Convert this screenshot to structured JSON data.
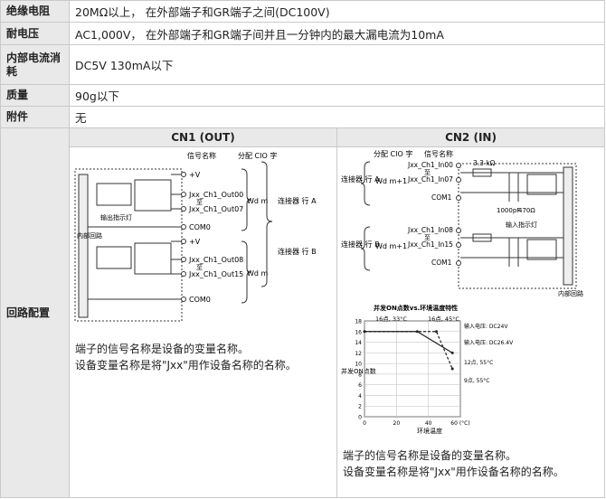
{
  "rows": [
    {
      "label": "绝缘电阻",
      "value": "20MΩ以上， 在外部端子和GR端子之间(DC100V)"
    },
    {
      "label": "耐电压",
      "value": "AC1,000V， 在外部端子和GR端子间并且一分钟内的最大漏电流为10mA"
    },
    {
      "label": "内部电流消耗",
      "value": "DC5V 130mA以下"
    },
    {
      "label": "质量",
      "value": "90g以下"
    },
    {
      "label": "附件",
      "value": "无"
    }
  ],
  "circuit_label": "回路配置",
  "cn1": {
    "title": "CN1 (OUT)",
    "sig_header": "信号名称",
    "alloc_header": "分配 CIO 字",
    "pins": [
      "+V",
      "Jxx_Ch1_Out00",
      "至",
      "Jxx_Ch1_Out07",
      "COM0",
      "+V",
      "Jxx_Ch1_Out08",
      "至",
      "Jxx_Ch1_Out15",
      "COM0"
    ],
    "word_a": "Wd m",
    "word_b": "Wd m",
    "connector_a": "连接器 行 A",
    "connector_b": "连接器 行 B",
    "internal": "内部回路",
    "indicator": "输出指示灯",
    "note1": "端子的信号名称是设备的变量名称。",
    "note2": "设备变量名称是将\"Jxx\"用作设备名称的名称。"
  },
  "cn2": {
    "title": "CN2 (IN)",
    "alloc_header": "分配 CIO 字",
    "sig_header": "信号名称",
    "pins": [
      "Jxx_Ch1_In00",
      "至",
      "Jxx_Ch1_In07",
      "COM1",
      "Jxx_Ch1_In08",
      "至",
      "Jxx_Ch1_In15",
      "COM1"
    ],
    "word_a": "Wd m+1",
    "word_b": "Wd m+1",
    "connector_a": "连接器 行 A",
    "connector_b": "连接器 行 B",
    "resistor": "3.3 kΩ",
    "cap": "1000pF",
    "r2": "470Ω",
    "indicator": "输入指示灯",
    "internal": "内部回路",
    "chart_title": "并发ON点数vs.环境温度特性",
    "note1": "端子的信号名称是设备的变量名称。",
    "note2": "设备变量名称是将\"Jxx\"用作设备名称的名称。"
  },
  "chart_data": {
    "type": "line",
    "title": "并发ON点数vs.环境温度特性",
    "xlabel": "环境温度",
    "ylabel": "并发ON点数",
    "xlim": [
      0,
      60
    ],
    "ylim": [
      0,
      18
    ],
    "x_ticks": [
      "0",
      "20",
      "40",
      "60 (°C)"
    ],
    "y_ticks": [
      "0",
      "2",
      "4",
      "6",
      "8",
      "10",
      "12",
      "14",
      "16",
      "18"
    ],
    "series": [
      {
        "name": "输入电压: DC24V",
        "x": [
          0,
          33,
          55
        ],
        "y": [
          16,
          16,
          12
        ]
      },
      {
        "name": "输入电压: DC26.4V",
        "x": [
          0,
          45,
          55
        ],
        "y": [
          16,
          16,
          9
        ]
      }
    ],
    "annotations": [
      "16点, 33°C",
      "16点, 45°C",
      "输入电压: DC24V",
      "输入电压: DC26.4V",
      "12点, 55°C",
      "9点, 55°C"
    ]
  }
}
